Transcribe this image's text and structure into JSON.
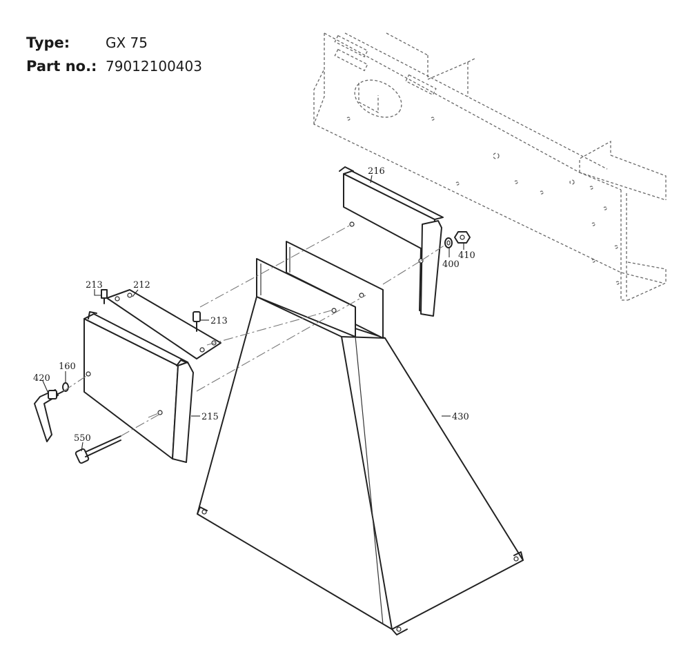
{
  "header": {
    "type_label": "Type:",
    "type_value": "GX 75",
    "part_label": "Part no.:",
    "part_value": "79012100403"
  },
  "parts": {
    "p216": "216",
    "p213a": "213",
    "p212": "212",
    "p213b": "213",
    "p160": "160",
    "p420": "420",
    "p550": "550",
    "p215": "215",
    "p430": "430",
    "p400": "400",
    "p410": "410"
  }
}
